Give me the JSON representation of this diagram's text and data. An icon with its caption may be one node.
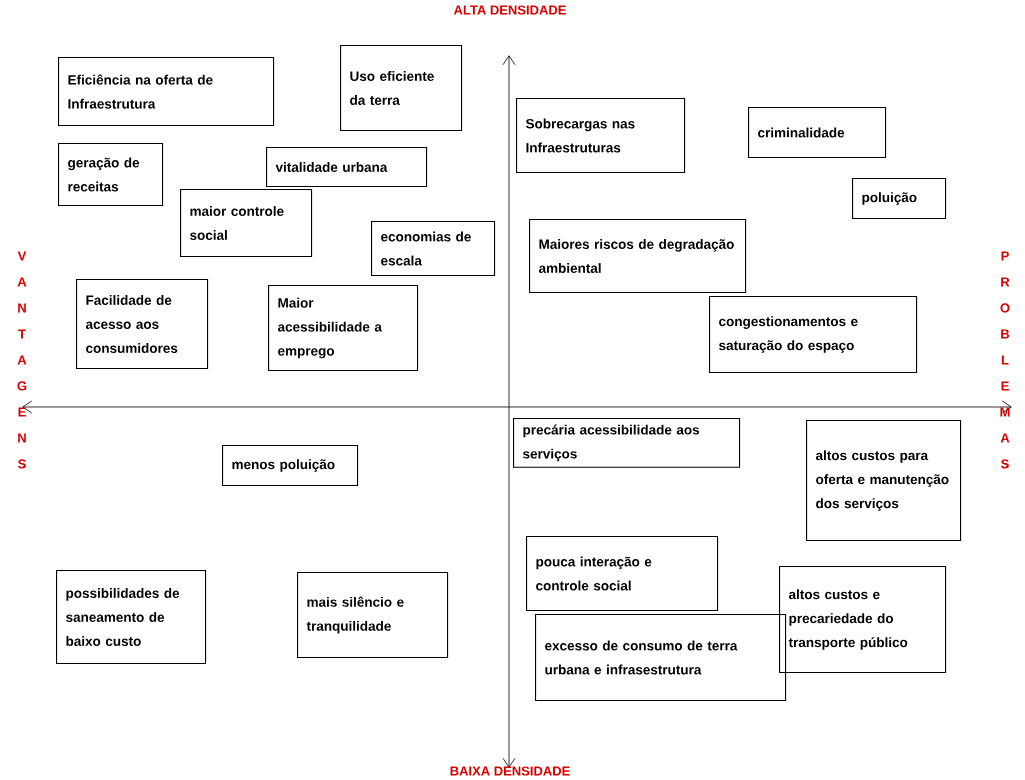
{
  "diagram": {
    "nodes": [
      {
        "text": [
          "Eficiência na oferta de Infraestrutura"
        ]
      },
      {
        "text": [
          "Uso eficiente da terra"
        ]
      },
      {
        "text": [
          "Sobrecargas nas Infraestruturas"
        ]
      },
      {
        "text": [
          "criminalidade"
        ]
      },
      {
        "text": [
          "geração de receitas"
        ]
      },
      {
        "text": [
          "vitalidade urbana"
        ]
      },
      {
        "text": [
          "poluição"
        ]
      },
      {
        "text": [
          "maior controle social"
        ]
      },
      {
        "text": [
          "economias de escala"
        ]
      },
      {
        "text": [
          "Maiores riscos de degradação ambiental"
        ]
      },
      {
        "text": [
          "Facilidade de acesso aos consumidores"
        ]
      },
      {
        "text": [
          "Maior acessibilidade a emprego"
        ]
      },
      {
        "text": [
          "congestionamentos e saturação do espaço"
        ]
      },
      {
        "text": [
          "precária acessibilidade aos serviços"
        ]
      },
      {
        "text": [
          "altos custos para oferta e manutenção dos serviços"
        ]
      },
      {
        "text": [
          "menos poluição"
        ]
      },
      {
        "text": [
          "pouca interação e controle social"
        ]
      },
      {
        "text": [
          "possibilidades de saneamento de baixo custo"
        ]
      },
      {
        "text": [
          "mais silêncio e tranquilidade"
        ]
      },
      {
        "text": [
          "altos custos e precariedade do transporte público"
        ]
      },
      {
        "text": [
          "excesso de consumo de terra urbana e infrasestrutura"
        ]
      }
    ],
    "labels": [
      "ALTA DENSIDADE",
      "VANTAGENS",
      "PROBLEMAS",
      "BAIXA DENSIDADE"
    ]
  }
}
